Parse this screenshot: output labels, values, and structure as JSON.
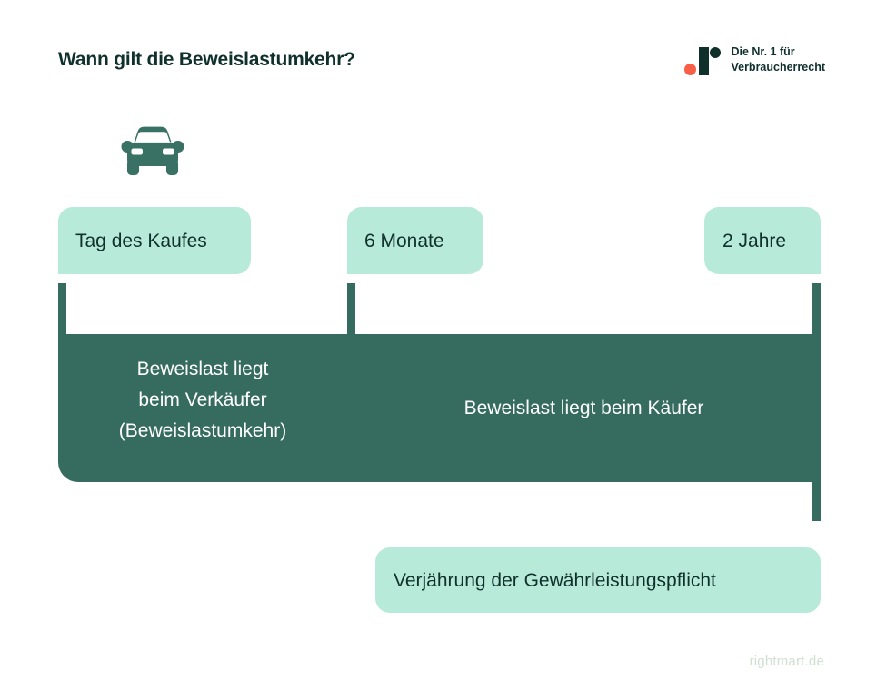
{
  "header": {
    "title": "Wann gilt die Beweislastumkehr?",
    "logo": {
      "line1": "Die Nr. 1 für",
      "line2": "Verbraucherrecht",
      "mark_icon": "rightmart-logo-icon",
      "dark_color": "#10312b",
      "accent_color": "#f95f46"
    }
  },
  "timeline": {
    "vehicle_icon": "car-icon",
    "milestones": [
      {
        "label": "Tag des Kaufes"
      },
      {
        "label": "6 Monate"
      },
      {
        "label": "2 Jahre"
      }
    ],
    "segments": [
      {
        "line1": "Beweislast liegt",
        "line2": "beim Verkäufer",
        "line3": "(Beweislastumkehr)"
      },
      {
        "label": "Beweislast liegt beim Käufer"
      }
    ],
    "limitation_note": "Verjährung der Gewährleistungspflicht"
  },
  "footer": {
    "brand": "rightmart.de"
  },
  "colors": {
    "pill_background": "#b8ead9",
    "bar_background": "#366b60",
    "text_dark": "#10312b",
    "text_light": "#ffffff",
    "footer_text": "#cfe0d2",
    "page_background": "#ffffff"
  }
}
